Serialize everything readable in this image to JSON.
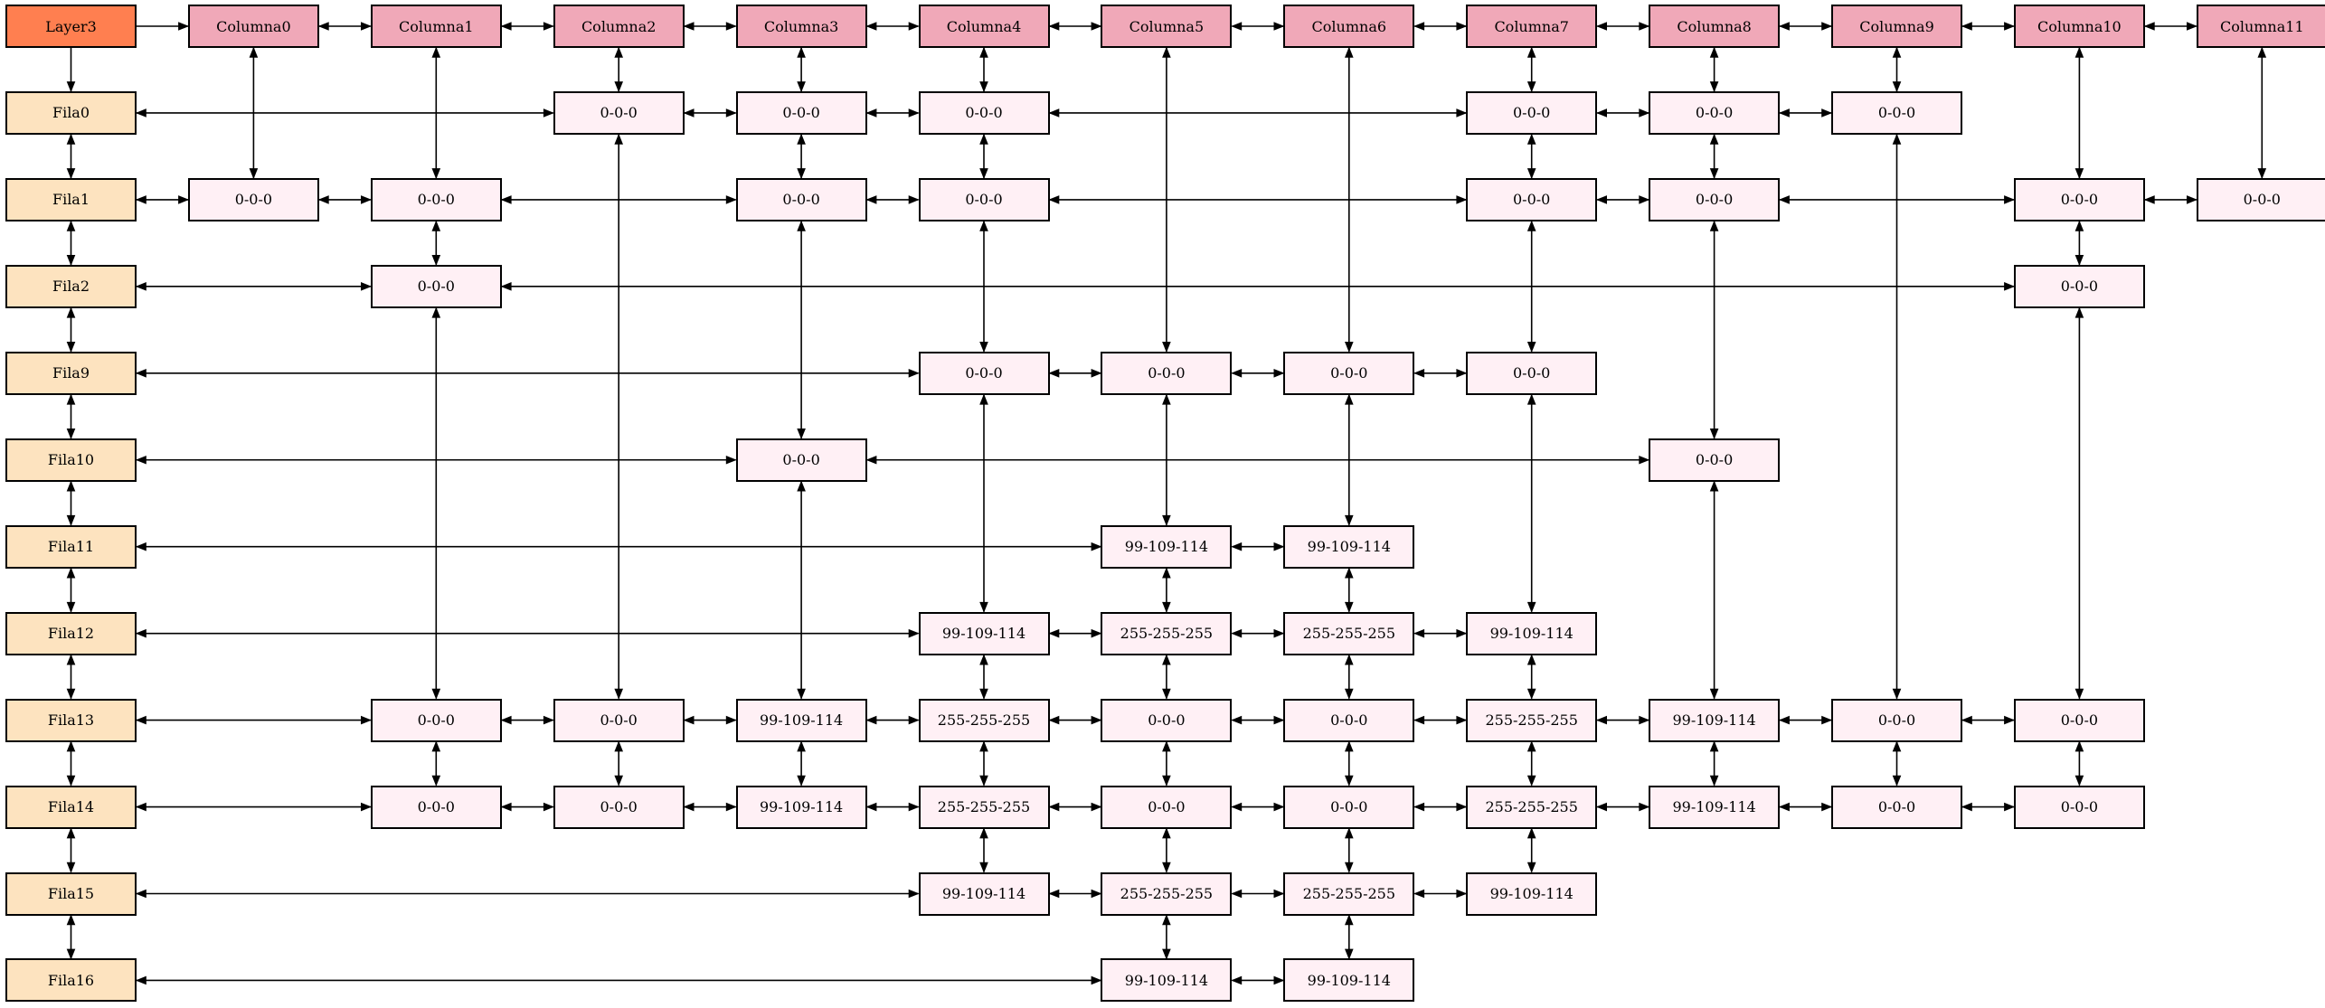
{
  "root": {
    "label": "Layer3"
  },
  "columns": [
    "Columna0",
    "Columna1",
    "Columna2",
    "Columna3",
    "Columna4",
    "Columna5",
    "Columna6",
    "Columna7",
    "Columna8",
    "Columna9",
    "Columna10",
    "Columna11"
  ],
  "rows": [
    "Fila0",
    "Fila1",
    "Fila2",
    "Fila9",
    "Fila10",
    "Fila11",
    "Fila12",
    "Fila13",
    "Fila14",
    "Fila15",
    "Fila16"
  ],
  "cells": [
    [
      null,
      null,
      "0-0-0",
      "0-0-0",
      "0-0-0",
      null,
      null,
      "0-0-0",
      "0-0-0",
      "0-0-0",
      null,
      null
    ],
    [
      "0-0-0",
      "0-0-0",
      null,
      "0-0-0",
      "0-0-0",
      null,
      null,
      "0-0-0",
      "0-0-0",
      null,
      "0-0-0",
      "0-0-0"
    ],
    [
      null,
      "0-0-0",
      null,
      null,
      null,
      null,
      null,
      null,
      null,
      null,
      "0-0-0",
      null
    ],
    [
      null,
      null,
      null,
      null,
      "0-0-0",
      "0-0-0",
      "0-0-0",
      "0-0-0",
      null,
      null,
      null,
      null
    ],
    [
      null,
      null,
      null,
      "0-0-0",
      null,
      null,
      null,
      null,
      "0-0-0",
      null,
      null,
      null
    ],
    [
      null,
      null,
      null,
      null,
      null,
      "99-109-114",
      "99-109-114",
      null,
      null,
      null,
      null,
      null
    ],
    [
      null,
      null,
      null,
      null,
      "99-109-114",
      "255-255-255",
      "255-255-255",
      "99-109-114",
      null,
      null,
      null,
      null
    ],
    [
      null,
      "0-0-0",
      "0-0-0",
      "99-109-114",
      "255-255-255",
      "0-0-0",
      "0-0-0",
      "255-255-255",
      "99-109-114",
      "0-0-0",
      "0-0-0",
      null
    ],
    [
      null,
      "0-0-0",
      "0-0-0",
      "99-109-114",
      "255-255-255",
      "0-0-0",
      "0-0-0",
      "255-255-255",
      "99-109-114",
      "0-0-0",
      "0-0-0",
      null
    ],
    [
      null,
      null,
      null,
      null,
      "99-109-114",
      "255-255-255",
      "255-255-255",
      "99-109-114",
      null,
      null,
      null,
      null
    ],
    [
      null,
      null,
      null,
      null,
      null,
      "99-109-114",
      "99-109-114",
      null,
      null,
      null,
      null,
      null
    ]
  ],
  "colors": {
    "root": "#ff7f50",
    "column_header": "#f0a8b8",
    "row_header": "#fde3bf",
    "cell": "#fff0f5",
    "stroke": "#000000"
  }
}
